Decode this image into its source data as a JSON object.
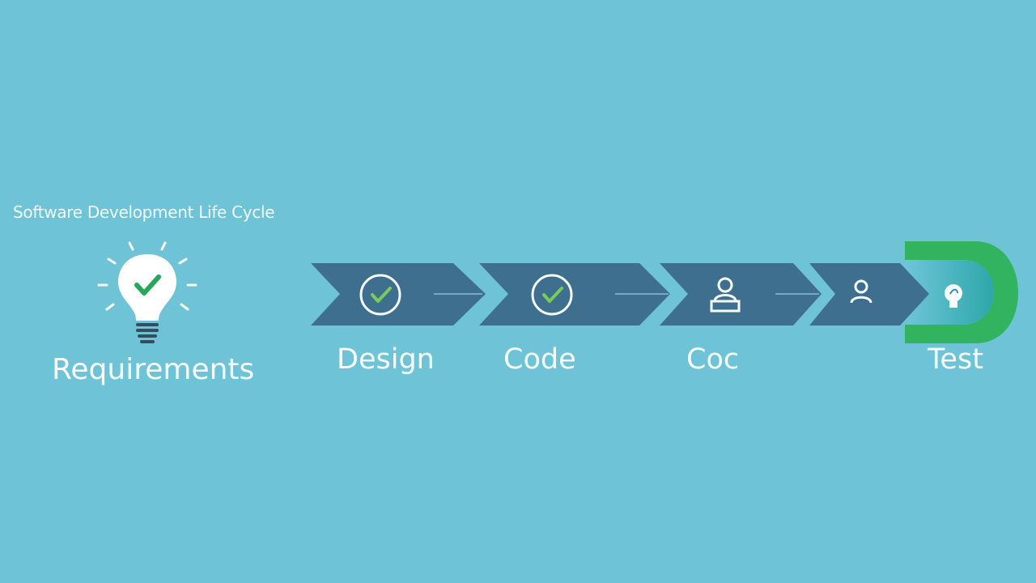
{
  "diagram": {
    "title": "Software Development Life Cycle",
    "requirements": {
      "label": "Requirements",
      "icon": "lightbulb-check-icon"
    },
    "steps": [
      {
        "label": "Design",
        "icon": "check-circle-icon"
      },
      {
        "label": "Code",
        "icon": "check-circle-icon"
      },
      {
        "label": "Coc",
        "icon": "person-desk-icon"
      },
      {
        "label": "",
        "icon": "person-icon"
      },
      {
        "label": "Test",
        "icon": "lightbulb-icon"
      }
    ],
    "colors": {
      "background": "#6ec3d7",
      "chevron": "#3f6f8f",
      "accent": "#31b35f",
      "text": "#f7fdff"
    }
  }
}
